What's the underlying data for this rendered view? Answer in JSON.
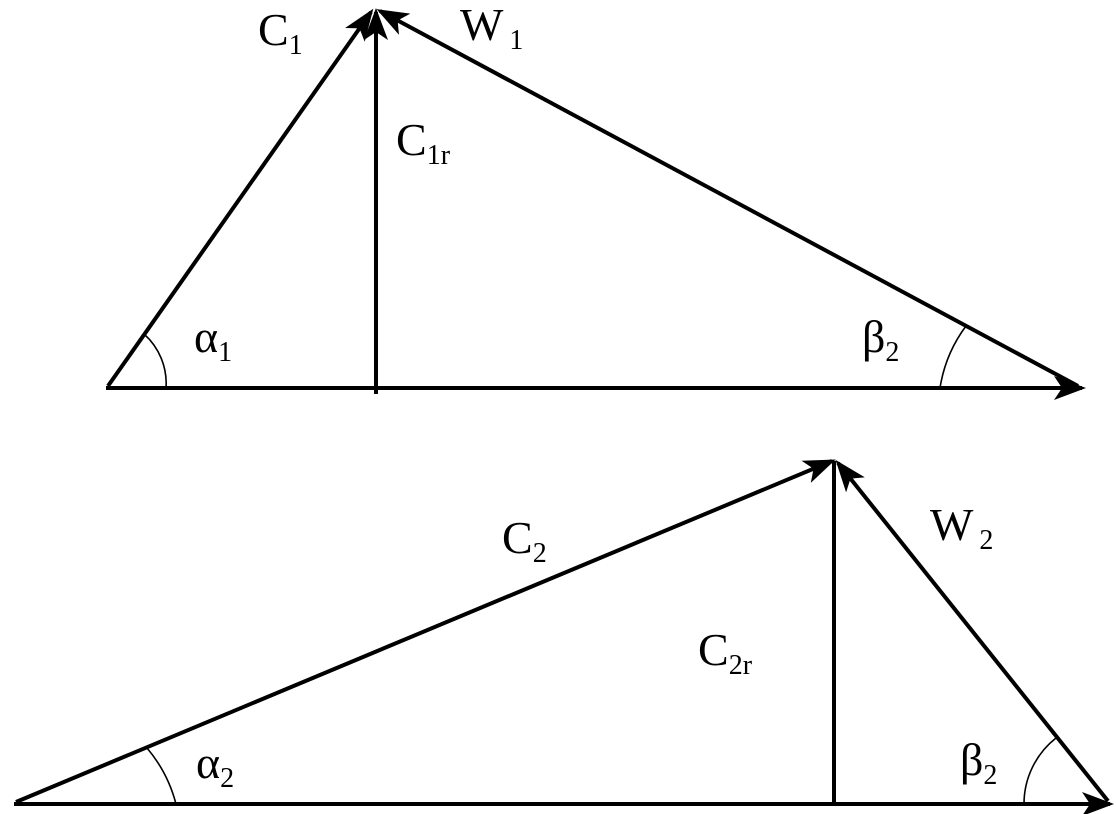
{
  "diagram": {
    "triangle_inlet": {
      "labels": {
        "c1_main": "C",
        "c1_sub": "1",
        "w1_main": "W",
        "w1_sub": "1",
        "c1r_main": "C",
        "c1r_sub": "1r",
        "alpha1_main": "α",
        "alpha1_sub": "1",
        "beta_main": "β",
        "beta_sub": "2"
      }
    },
    "triangle_outlet": {
      "labels": {
        "c2_main": "C",
        "c2_sub": "2",
        "w2_main": "W",
        "w2_sub": "2",
        "c2r_main": "C",
        "c2r_sub": "2r",
        "alpha2_main": "α",
        "alpha2_sub": "2",
        "beta_main": "β",
        "beta_sub": "2"
      }
    },
    "colors": {
      "stroke": "#000000",
      "background": "#ffffff"
    }
  }
}
